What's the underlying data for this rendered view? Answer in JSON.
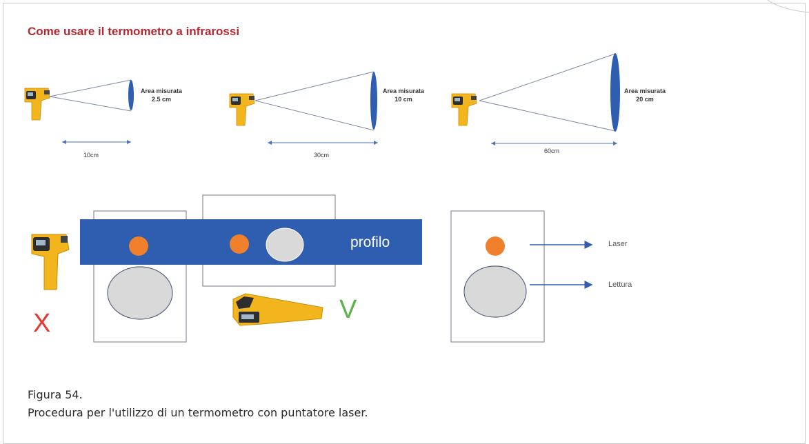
{
  "title": "Come usare il termometro a infrarossi",
  "cones": [
    {
      "area_label": "Area misurata",
      "area_value": "2.5 cm",
      "distance": "10cm"
    },
    {
      "area_label": "Area misurata",
      "area_value": "10 cm",
      "distance": "30cm"
    },
    {
      "area_label": "Area misurata",
      "area_value": "20 cm",
      "distance": "60cm"
    }
  ],
  "bottom": {
    "band_label": "profilo",
    "wrong_mark": "X",
    "right_mark": "V",
    "legend": {
      "laser": "Laser",
      "reading": "Lettura"
    }
  },
  "caption": {
    "figure": "Figura 54.",
    "text": "Procedura per l'utilizzo di un termometro con puntatore laser."
  },
  "colors": {
    "title": "#b5282d",
    "band": "#2f5daf",
    "laser_dot": "#f0802c",
    "reading_area": "#d9d9d9",
    "thermometer_body": "#f3b51d",
    "thermometer_grip": "#2e2e2e",
    "wrong": "#e13a32",
    "right": "#5bb34a"
  }
}
